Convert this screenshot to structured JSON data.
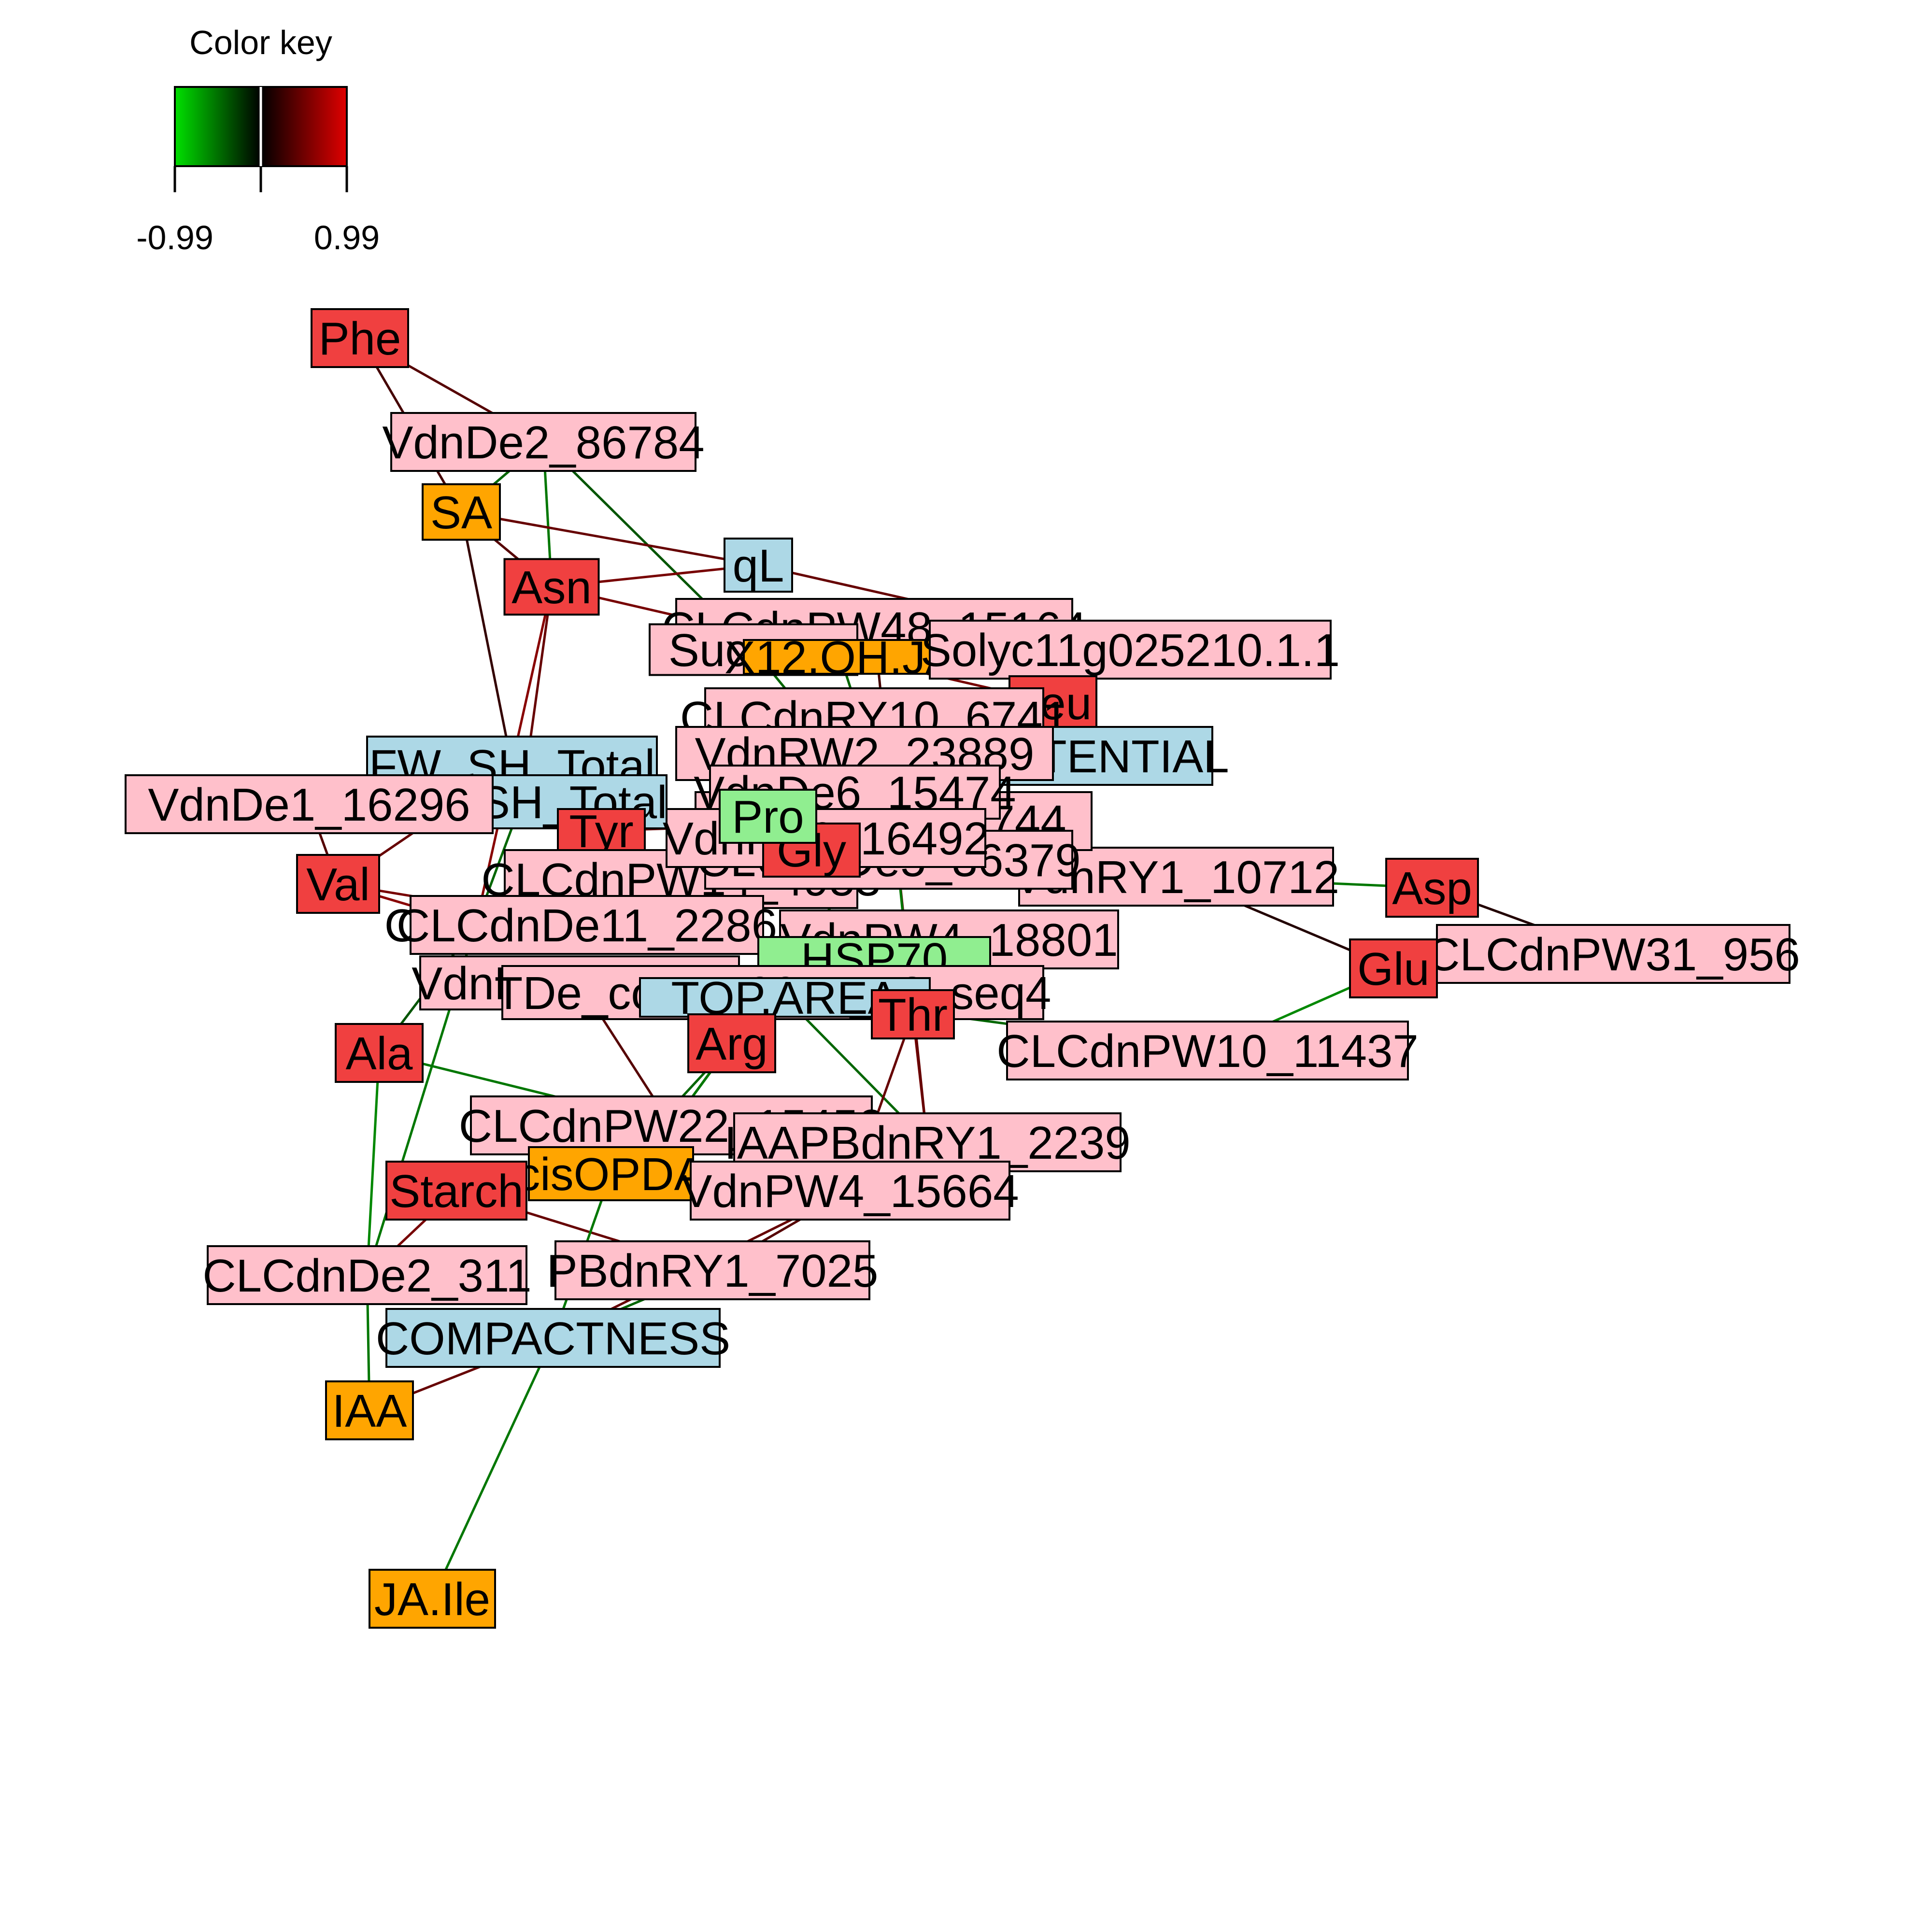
{
  "color_key": {
    "title": "Color key",
    "min_label": "-0.99",
    "max_label": "0.99",
    "low_color": "#00e000",
    "mid_color": "#000000",
    "high_color": "#e00000"
  },
  "category_colors": {
    "metabolite": "#f04040",
    "gene": "#ffc0cb",
    "hormone": "#ffa500",
    "phenotype": "#add8e6",
    "protein": "#90ee90"
  },
  "nodes": [
    {
      "id": "Phe",
      "label": "Phe",
      "category": "metabolite"
    },
    {
      "id": "VdnDe2_86784",
      "label": "VdnDe2_86784",
      "category": "gene"
    },
    {
      "id": "SA",
      "label": "SA",
      "category": "hormone"
    },
    {
      "id": "qL",
      "label": "qL",
      "category": "phenotype"
    },
    {
      "id": "Asn",
      "label": "Asn",
      "category": "metabolite"
    },
    {
      "id": "CLCdnPW48_15164",
      "label": "CLCdnPW48_15164",
      "category": "gene"
    },
    {
      "id": "Sucrose",
      "label": "Sucrose",
      "category": "gene"
    },
    {
      "id": "X12.OH.JA",
      "label": "X12.OH.JA",
      "category": "hormone"
    },
    {
      "id": "Solyc11g025210.1.1",
      "label": "Solyc11g025210.1.1",
      "category": "gene"
    },
    {
      "id": "Leu",
      "label": "Leu",
      "category": "metabolite"
    },
    {
      "id": "CLCdnRY10_6741",
      "label": "CLCdnRY10_6741",
      "category": "gene"
    },
    {
      "id": "WATERPOTENTIAL",
      "label": "WATERPOTENTIAL",
      "category": "phenotype"
    },
    {
      "id": "Vdn_cluster1",
      "label": "VdnRW2_23889",
      "category": "gene"
    },
    {
      "id": "FW_SH_Total",
      "label": "FW_SH_Total",
      "category": "phenotype"
    },
    {
      "id": "DW_SH_Total",
      "label": "DW_SH_Total",
      "category": "phenotype"
    },
    {
      "id": "VdnDe1_16296",
      "label": "VdnDe1_16296",
      "category": "gene"
    },
    {
      "id": "Tyr",
      "label": "Tyr",
      "category": "metabolite"
    },
    {
      "id": "Val",
      "label": "Val",
      "category": "metabolite"
    },
    {
      "id": "CLCdnPW_mid",
      "label": "CLCdnPW14_4953",
      "category": "gene"
    },
    {
      "id": "Vdn_10712",
      "label": "VdnRY1_10712",
      "category": "gene"
    },
    {
      "id": "Asp",
      "label": "Asp",
      "category": "metabolite"
    },
    {
      "id": "CRD29B",
      "label": "CRD29B",
      "category": "protein"
    },
    {
      "id": "CLCdnDe11_2286",
      "label": "CLCdnDe11_2286",
      "category": "gene"
    },
    {
      "id": "VdnPW4_18801",
      "label": "VdnPW4_18801",
      "category": "gene"
    },
    {
      "id": "HSP70",
      "label": "HSP70",
      "category": "protein"
    },
    {
      "id": "CLCdnPW31_956",
      "label": "CLCdnPW31_956",
      "category": "gene"
    },
    {
      "id": "Glu",
      "label": "Glu",
      "category": "metabolite"
    },
    {
      "id": "VdnRW3_37011",
      "label": "VdnRW3_37011",
      "category": "gene"
    },
    {
      "id": "TDe_comp",
      "label": "TDe_comp10944_c2_seq4",
      "category": "gene"
    },
    {
      "id": "TOP.AREA",
      "label": "TOP.AREA",
      "category": "phenotype"
    },
    {
      "id": "Thr",
      "label": "Thr",
      "category": "metabolite"
    },
    {
      "id": "Arg",
      "label": "Arg",
      "category": "metabolite"
    },
    {
      "id": "CLCdnPW10_11437",
      "label": "CLCdnPW10_11437",
      "category": "gene"
    },
    {
      "id": "Ala",
      "label": "Ala",
      "category": "metabolite"
    },
    {
      "id": "CLCdnPW22_15452",
      "label": "CLCdnPW22_15452",
      "category": "gene"
    },
    {
      "id": "IAAPBdnRY1_2239",
      "label": "IAAPBdnRY1_2239",
      "category": "gene"
    },
    {
      "id": "cisOPDA",
      "label": "cisOPDA",
      "category": "hormone"
    },
    {
      "id": "Starch",
      "label": "Starch",
      "category": "metabolite"
    },
    {
      "id": "VdnPW4_15664",
      "label": "VdnPW4_15664",
      "category": "gene"
    },
    {
      "id": "CLCdnDe2_311",
      "label": "CLCdnDe2_311",
      "category": "gene"
    },
    {
      "id": "PBdnRY1_7025",
      "label": "PBdnRY1_7025",
      "category": "gene"
    },
    {
      "id": "COMPACTNESS",
      "label": "COMPACTNESS",
      "category": "phenotype"
    },
    {
      "id": "IAA",
      "label": "IAA",
      "category": "hormone"
    },
    {
      "id": "JA.Ile",
      "label": "JA.Ile",
      "category": "hormone"
    },
    {
      "id": "Solyc_cluster",
      "label": "Solyc01g097744",
      "category": "gene"
    },
    {
      "id": "CLCdnPW_cl2",
      "label": "CLCdnDe5_36379",
      "category": "gene"
    },
    {
      "id": "Vdn_cl3",
      "label": "VdnDe6_15474",
      "category": "gene"
    },
    {
      "id": "Vdn_cl4",
      "label": "VdnRY6_16492",
      "category": "gene"
    },
    {
      "id": "Gly",
      "label": "Gly",
      "category": "metabolite"
    },
    {
      "id": "Pro",
      "label": "Pro",
      "category": "protein"
    }
  ],
  "edges": [
    {
      "source": "Phe",
      "target": "VdnDe2_86784",
      "r": 0.5
    },
    {
      "source": "Phe",
      "target": "SA",
      "r": 0.4
    },
    {
      "source": "VdnDe2_86784",
      "target": "SA",
      "r": -0.6
    },
    {
      "source": "VdnDe2_86784",
      "target": "Asn",
      "r": -0.7
    },
    {
      "source": "VdnDe2_86784",
      "target": "Sucrose",
      "r": -0.5
    },
    {
      "source": "SA",
      "target": "qL",
      "r": 0.6
    },
    {
      "source": "SA",
      "target": "Asn",
      "r": 0.5
    },
    {
      "source": "SA",
      "target": "FW_SH_Total",
      "r": 0.3
    },
    {
      "source": "Asn",
      "target": "qL",
      "r": 0.7
    },
    {
      "source": "Asn",
      "target": "Leu",
      "r": 0.7
    },
    {
      "source": "Asn",
      "target": "CRD29B",
      "r": 0.8
    },
    {
      "source": "Asn",
      "target": "DW_SH_Total",
      "r": 0.6
    },
    {
      "source": "qL",
      "target": "Solyc11g025210.1.1",
      "r": 0.6
    },
    {
      "source": "CLCdnPW48_15164",
      "target": "Solyc_cluster",
      "r": 0.4
    },
    {
      "source": "X12.OH.JA",
      "target": "Solyc_cluster",
      "r": -0.6
    },
    {
      "source": "Leu",
      "target": "Solyc_cluster",
      "r": 0.7
    },
    {
      "source": "CLCdnRY10_6741",
      "target": "Vdn_cluster1",
      "r": -0.5
    },
    {
      "source": "WATERPOTENTIAL",
      "target": "Solyc_cluster",
      "r": -0.6
    },
    {
      "source": "FW_SH_Total",
      "target": "Tyr",
      "r": 0.7
    },
    {
      "source": "FW_SH_Total",
      "target": "Val",
      "r": 0.6
    },
    {
      "source": "DW_SH_Total",
      "target": "CRD29B",
      "r": -0.6
    },
    {
      "source": "VdnDe1_16296",
      "target": "Val",
      "r": 0.5
    },
    {
      "source": "VdnDe1_16296",
      "target": "Tyr",
      "r": 0.7
    },
    {
      "source": "Tyr",
      "target": "Solyc_cluster",
      "r": 0.6
    },
    {
      "source": "Val",
      "target": "CRD29B",
      "r": 0.8
    },
    {
      "source": "Val",
      "target": "CLCdnDe11_2286",
      "r": 0.7
    },
    {
      "source": "Vdn_10712",
      "target": "Asp",
      "r": -0.7
    },
    {
      "source": "Vdn_10712",
      "target": "Glu",
      "r": 0.2
    },
    {
      "source": "Asp",
      "target": "CLCdnPW31_956",
      "r": 0.2
    },
    {
      "source": "Glu",
      "target": "CLCdnPW10_11437",
      "r": -0.8
    },
    {
      "source": "CRD29B",
      "target": "Ala",
      "r": -0.5
    },
    {
      "source": "CRD29B",
      "target": "CLCdnDe2_311",
      "r": -0.7
    },
    {
      "source": "VdnRW3_37011",
      "target": "CLCdnPW22_15452",
      "r": 0.5
    },
    {
      "source": "TDe_comp",
      "target": "CLCdnPW10_11437",
      "r": -0.6
    },
    {
      "source": "TOP.AREA",
      "target": "IAAPBdnRY1_2239",
      "r": -0.6
    },
    {
      "source": "Thr",
      "target": "IAAPBdnRY1_2239",
      "r": 0.7
    },
    {
      "source": "Thr",
      "target": "VdnPW4_15664",
      "r": 0.6
    },
    {
      "source": "Arg",
      "target": "CLCdnPW22_15452",
      "r": -0.7
    },
    {
      "source": "Arg",
      "target": "cisOPDA",
      "r": -0.6
    },
    {
      "source": "Ala",
      "target": "CLCdnPW22_15452",
      "r": -0.7
    },
    {
      "source": "Ala",
      "target": "CLCdnDe2_311",
      "r": -0.8
    },
    {
      "source": "Starch",
      "target": "CLCdnDe2_311",
      "r": 0.7
    },
    {
      "source": "Starch",
      "target": "PBdnRY1_7025",
      "r": 0.6
    },
    {
      "source": "PBdnRY1_7025",
      "target": "VdnPW4_15664",
      "r": 0.5
    },
    {
      "source": "COMPACTNESS",
      "target": "VdnPW4_15664",
      "r": 0.6
    },
    {
      "source": "COMPACTNESS",
      "target": "PBdnRY1_7025",
      "r": -0.6
    },
    {
      "source": "COMPACTNESS",
      "target": "JA.Ile",
      "r": -0.7
    },
    {
      "source": "IAA",
      "target": "COMPACTNESS",
      "r": 0.6
    },
    {
      "source": "IAA",
      "target": "CLCdnDe2_311",
      "r": -0.7
    },
    {
      "source": "cisOPDA",
      "target": "COMPACTNESS",
      "r": -0.7
    },
    {
      "source": "CLCdnPW22_15452",
      "target": "Solyc_cluster",
      "r": -0.7
    },
    {
      "source": "IAAPBdnRY1_2239",
      "target": "Solyc_cluster",
      "r": 0.6
    },
    {
      "source": "CLCdnPW_mid",
      "target": "Vdn_10712",
      "r": -0.5
    },
    {
      "source": "TDe_comp",
      "target": "Arg",
      "r": -0.8
    },
    {
      "source": "Thr",
      "target": "Solyc_cluster",
      "r": -0.7
    },
    {
      "source": "Sucrose",
      "target": "Solyc_cluster",
      "r": -0.6
    }
  ]
}
